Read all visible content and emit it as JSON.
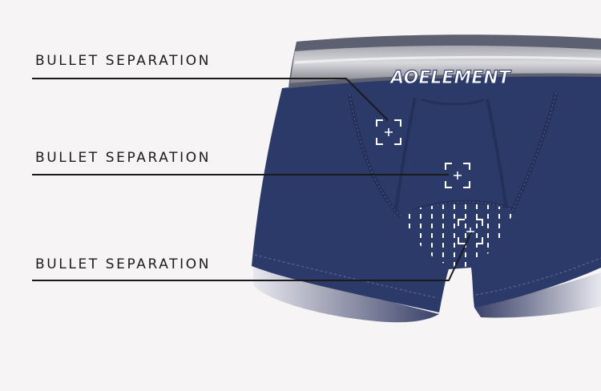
{
  "brand": {
    "logo_text": "AOELEMENT"
  },
  "callouts": [
    {
      "label": "BULLET SEPARATION"
    },
    {
      "label": "BULLET SEPARATION"
    },
    {
      "label": "BULLET SEPARATION"
    }
  ],
  "colors": {
    "background": "#f6f4f5",
    "fabric_navy": "#2c3a6a",
    "waistband_gray": "#8e8f98",
    "pouch_dots": "#ffffff",
    "callout_line": "#1a1a1a"
  },
  "icons": [
    "focus-target-icon",
    "focus-target-icon",
    "focus-target-icon"
  ]
}
